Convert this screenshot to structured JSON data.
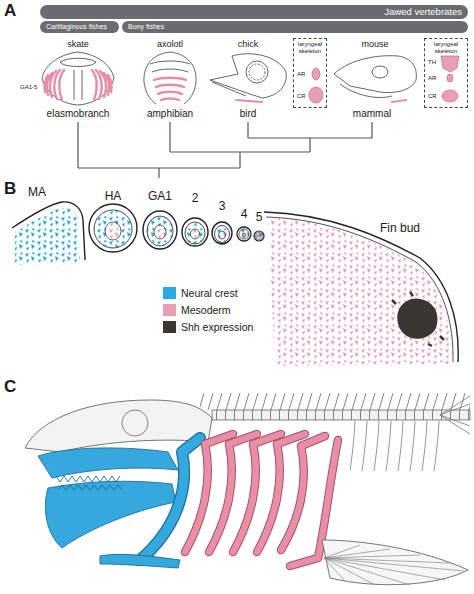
{
  "diagram": {
    "nodes": [
      {
        "text": [
          "Jawed vertebrates"
        ]
      },
      {
        "text": [
          "Cartilaginous fishes"
        ]
      },
      {
        "text": [
          "Bony fishes"
        ]
      },
      {
        "text": [
          "laryngeal skeleton",
          "AR",
          "CR"
        ]
      },
      {
        "text": [
          "laryngeal skeleton",
          "TH",
          "AR",
          "CR"
        ]
      }
    ],
    "labels": [
      "A",
      "skate",
      "GA1-5",
      "axolotl",
      "chick",
      "mouse",
      "elasmobranch",
      "amphibian",
      "bird",
      "mammal",
      "B",
      "MA",
      "HA",
      "GA1",
      "2",
      "3",
      "4",
      "5",
      "Fin bud",
      "C"
    ],
    "legend": [
      {
        "text": "Neural crest",
        "color": "#29a9df"
      },
      {
        "text": "Mesoderm",
        "color": "#e8a0b4"
      },
      {
        "text": "Shh expression",
        "color": "#3b3632"
      }
    ]
  }
}
